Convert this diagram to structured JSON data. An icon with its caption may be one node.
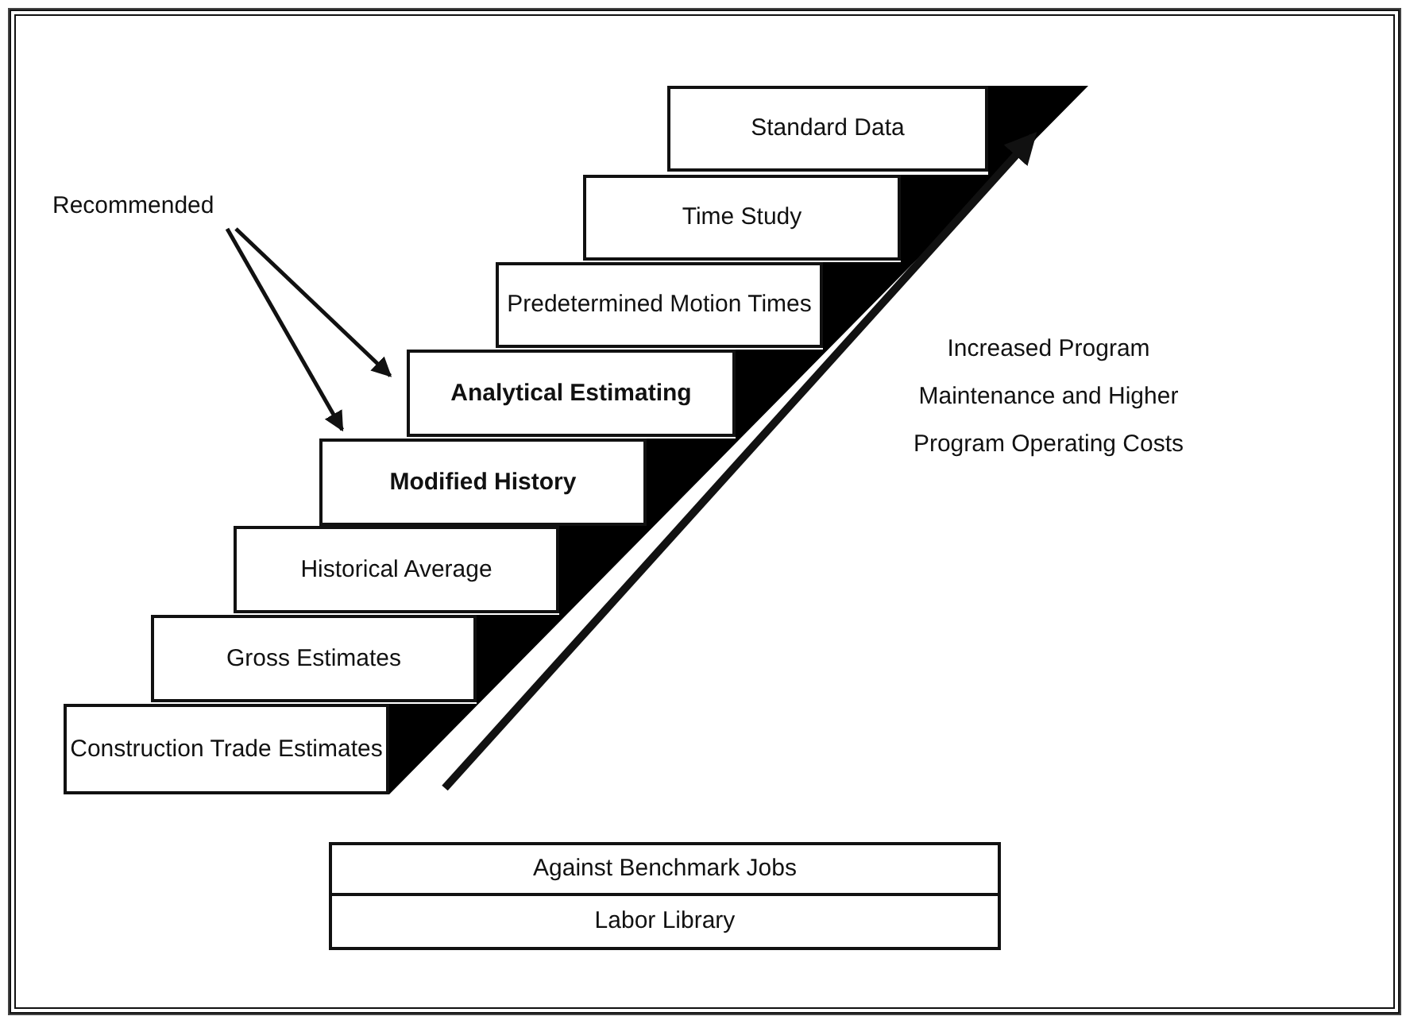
{
  "diagram": {
    "nodes": [
      {
        "text": [
          "Standard Data"
        ]
      },
      {
        "text": [
          "Time Study"
        ]
      },
      {
        "text": [
          "Predetermined Motion Times"
        ]
      },
      {
        "text": [
          "Recommended"
        ]
      },
      {
        "text": [
          "Analytical Estimating"
        ]
      },
      {
        "text": [
          "Modified History"
        ]
      },
      {
        "text": [
          "Historical Average"
        ]
      },
      {
        "text": [
          "Gross Estimates"
        ]
      },
      {
        "text": [
          "Construction Trade Estimates"
        ]
      },
      {
        "text": [
          "Against Benchmark Jobs"
        ]
      },
      {
        "text": [
          "Labor Library"
        ]
      }
    ],
    "edges": [
      {
        "from": 3,
        "to": 4,
        "arrow": "to"
      },
      {
        "from": 3,
        "to": 5,
        "arrow": "to"
      }
    ],
    "labels": [
      "Increased Program Maintenance and Higher Program Operating Costs"
    ]
  }
}
